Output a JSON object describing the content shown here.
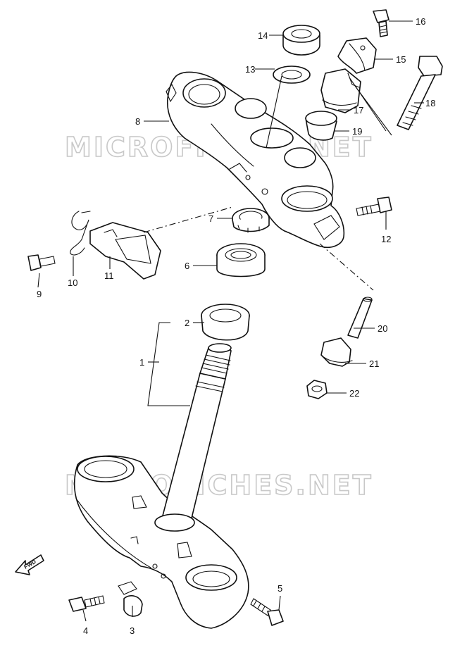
{
  "diagram": {
    "watermark": "MICROFICHES.NET",
    "forward_badge": "FWD",
    "callouts": [
      "1",
      "2",
      "3",
      "4",
      "5",
      "6",
      "7",
      "8",
      "9",
      "10",
      "11",
      "12",
      "13",
      "14",
      "15",
      "16",
      "17",
      "18",
      "19",
      "20",
      "21",
      "22"
    ]
  },
  "colors": {
    "line": "#111111",
    "watermark": "#c8c8c8",
    "background": "#ffffff"
  }
}
